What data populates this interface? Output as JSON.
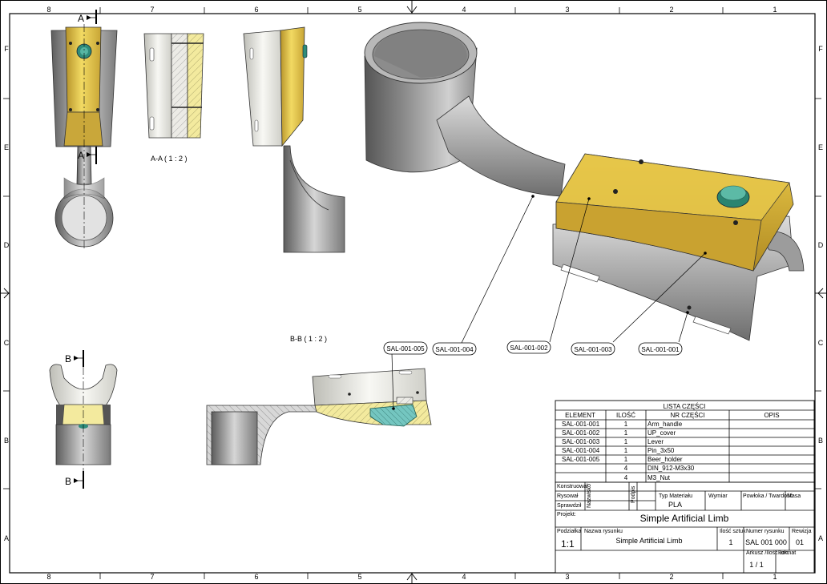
{
  "frame": {
    "col_numbers": [
      "8",
      "7",
      "6",
      "5",
      "4",
      "3",
      "2",
      "1"
    ],
    "row_letters": [
      "F",
      "E",
      "D",
      "C",
      "B",
      "A"
    ]
  },
  "views": {
    "section_a_mark": "A",
    "section_b_mark": "B",
    "section_aa_label": "A-A ( 1 : 2 )",
    "section_bb_label": "B-B ( 1 : 2 )"
  },
  "balloons": [
    "SAL-001-005",
    "SAL-001-004",
    "SAL-001-002",
    "SAL-001-003",
    "SAL-001-001"
  ],
  "parts_list": {
    "title": "LISTA CZĘŚCI",
    "headers": [
      "ELEMENT",
      "ILOŚĆ",
      "NR CZĘŚCI",
      "OPIS"
    ],
    "rows": [
      [
        "SAL-001-001",
        "1",
        "Arm_handle",
        ""
      ],
      [
        "SAL-001-002",
        "1",
        "UP_cover",
        ""
      ],
      [
        "SAL-001-003",
        "1",
        "Lever",
        ""
      ],
      [
        "SAL-001-004",
        "1",
        "Pin_3x50",
        ""
      ],
      [
        "SAL-001-005",
        "1",
        "Beer_holder",
        ""
      ],
      [
        "",
        "4",
        "DIN_912-M3x30",
        ""
      ],
      [
        "",
        "4",
        "M3_Nut",
        ""
      ]
    ]
  },
  "title_block": {
    "konstruowal": "Konstruował",
    "rysowal": "Rysował",
    "sprawdzil": "Sprawdził",
    "nazwisko": "Nazwisko",
    "podpis": "Podpis",
    "typ_materialu_label": "Typ Materiału",
    "typ_materialu_value": "PLA",
    "wymiar_label": "Wymiar",
    "powloka_label": "Powłoka / Twardość",
    "masa_label": "Masa",
    "projekt_label": "Projekt:",
    "projekt_value": "Simple Artificial Limb",
    "podzialka_label": "Podziałka",
    "podzialka_value": "1:1",
    "nazwa_label": "Nazwa rysunku",
    "nazwa_value": "Simple Artificial Limb",
    "ilosc_label": "Ilość sztuk",
    "ilosc_value": "1",
    "numer_label": "Numer rysunku",
    "numer_value": "SAL 001 000",
    "rewizja_label": "Rewizja",
    "rewizja_value": "01",
    "arkusz_label": "Arkusz /Ilość ark.",
    "arkusz_value": "1 / 1",
    "format_label": "Format"
  },
  "colors": {
    "brass": "#d9b93a",
    "grey": "#9a9a9a",
    "teal": "#2e8a78",
    "white_part": "#eeeeea",
    "hatch_yellow": "#f3ea9e",
    "hatch_teal": "#74c6c0"
  }
}
